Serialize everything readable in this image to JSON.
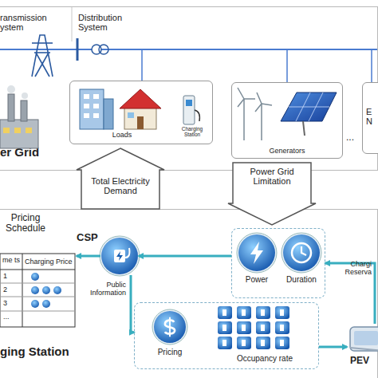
{
  "diagram": {
    "nodes": [
      {
        "text": [
          "er Grid"
        ]
      },
      {
        "text": [
          "ging Station"
        ]
      },
      {
        "text": [
          "Loads",
          "Charging Station"
        ],
        "in": 0
      },
      {
        "text": [
          "Generators"
        ],
        "in": 0
      },
      {
        "text": [
          "E N"
        ],
        "in": 0
      },
      {
        "text": [
          "Total Electricity Demand"
        ]
      },
      {
        "text": [
          "Power Grid Limitation"
        ]
      },
      {
        "text": [
          "CSP"
        ],
        "in": 1
      },
      {
        "text": [],
        "in": 1
      },
      {
        "text": [
          "Power"
        ],
        "in": 8
      },
      {
        "text": [
          "Duration"
        ],
        "in": 8
      },
      {
        "text": [],
        "in": 1
      },
      {
        "text": [
          "Pricing"
        ],
        "in": 11
      },
      {
        "text": [
          "Occupancy rate"
        ],
        "in": 11
      },
      {
        "text": [
          "PEV"
        ],
        "in": 1
      },
      {
        "text": [
          "Pricing Schedule"
        ],
        "in": 1
      }
    ],
    "edges": [
      {
        "from": 8,
        "to": 7,
        "arrow": "to"
      },
      {
        "from": 14,
        "to": 8,
        "label": "Chargi Reserva",
        "arrow": "to"
      },
      {
        "from": 7,
        "to": 11,
        "label": "Public Information",
        "arrow": "to"
      },
      {
        "from": 11,
        "to": 14,
        "arrow": "to"
      },
      {
        "from": 7,
        "to": 15,
        "arrow": "to"
      }
    ],
    "labels": [
      "ransmission ystem",
      "Distribution System",
      "...",
      "me ts",
      "Charging Price",
      "1",
      "2",
      "3",
      "..."
    ]
  }
}
